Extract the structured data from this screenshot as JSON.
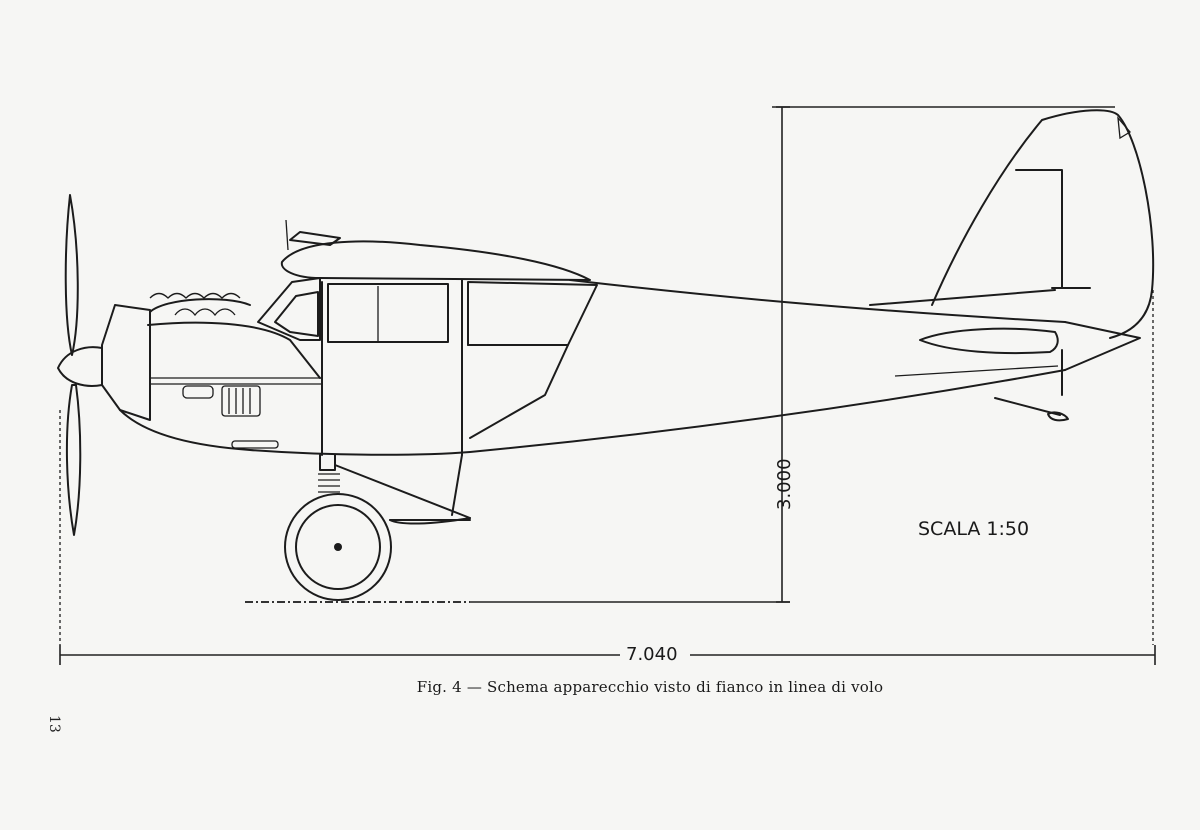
{
  "figure": {
    "caption": "Fig. 4 — Schema apparecchio visto di fianco in linea di volo",
    "scale_label": "SCALA 1:50",
    "dimension_length": "7.040",
    "dimension_height": "3.000"
  },
  "page": {
    "number": "13"
  }
}
